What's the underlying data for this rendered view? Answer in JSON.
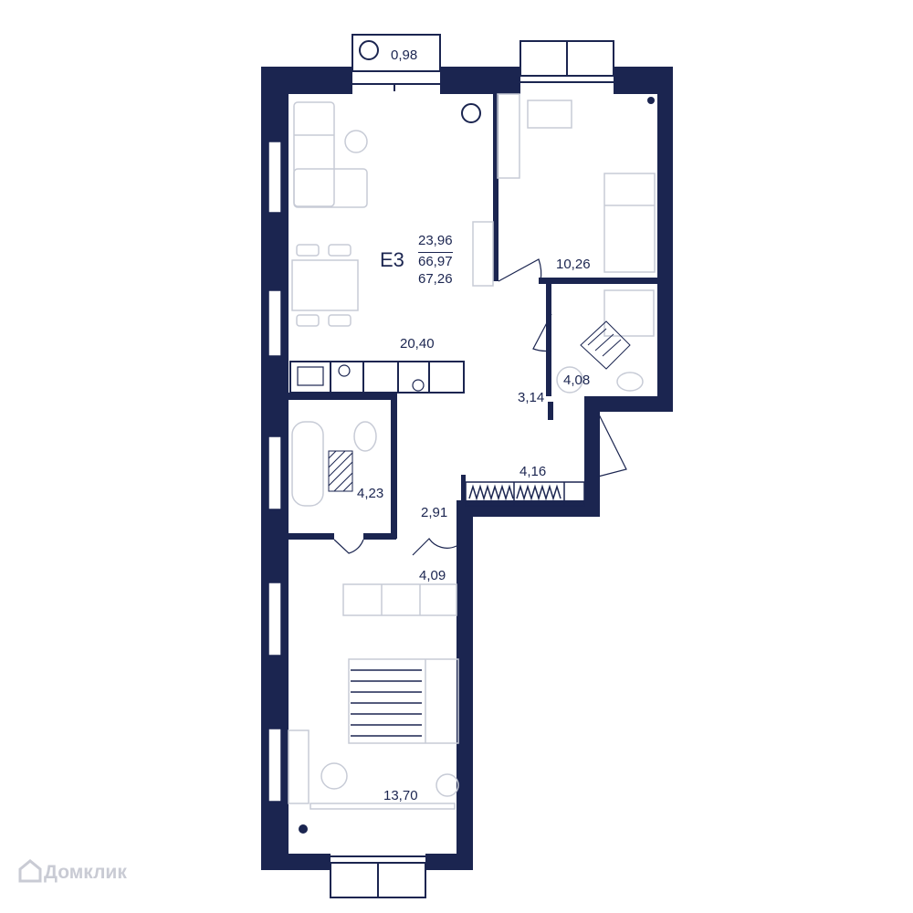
{
  "plan": {
    "type_code": "E3",
    "living_area": "23,96",
    "total_area": "66,97",
    "total_area_with_balcony": "67,26",
    "rooms": {
      "balcony": "0,98",
      "kids_bedroom": "10,26",
      "kitchen_living": "20,40",
      "shower_room": "4,08",
      "hallway_corridor": "3,14",
      "entry_hall": "4,16",
      "bathroom": "4,23",
      "corridor": "2,91",
      "wardrobe": "4,09",
      "master_bedroom": "13,70"
    }
  },
  "watermark": {
    "text": "Домклик"
  },
  "colors": {
    "wall": "#1b2550",
    "furniture": "#c7cbd6",
    "text": "#1b2550",
    "floor": "#ffffff"
  }
}
